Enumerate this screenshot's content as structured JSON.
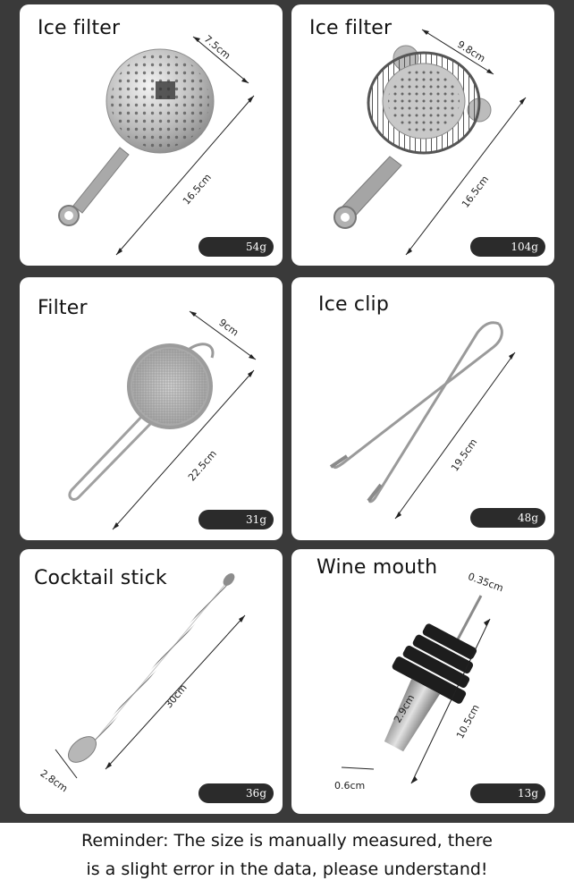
{
  "products": [
    {
      "title": "Ice filter",
      "weight": "54g",
      "dims": [
        "7.5cm",
        "16.5cm"
      ]
    },
    {
      "title": "Ice filter",
      "weight": "104g",
      "dims": [
        "9.8cm",
        "16.5cm"
      ]
    },
    {
      "title": "Filter",
      "weight": "31g",
      "dims": [
        "9cm",
        "22.5cm"
      ]
    },
    {
      "title": "Ice clip",
      "weight": "48g",
      "dims": [
        "19.5cm"
      ]
    },
    {
      "title": "Cocktail stick",
      "weight": "36g",
      "dims": [
        "30cm",
        "2.8cm"
      ]
    },
    {
      "title": "Wine mouth",
      "weight": "13g",
      "dims": [
        "0.35cm",
        "2.9cm",
        "10.5cm",
        "0.6cm"
      ]
    }
  ],
  "reminder": {
    "line1": "Reminder: The size is manually measured, there",
    "line2": "is a slight error in the data, please understand!"
  },
  "colors": {
    "frame": "#3a3a3a",
    "card": "#ffffff",
    "badge": "#2b2b2b",
    "metal": "#b9b9b9"
  }
}
